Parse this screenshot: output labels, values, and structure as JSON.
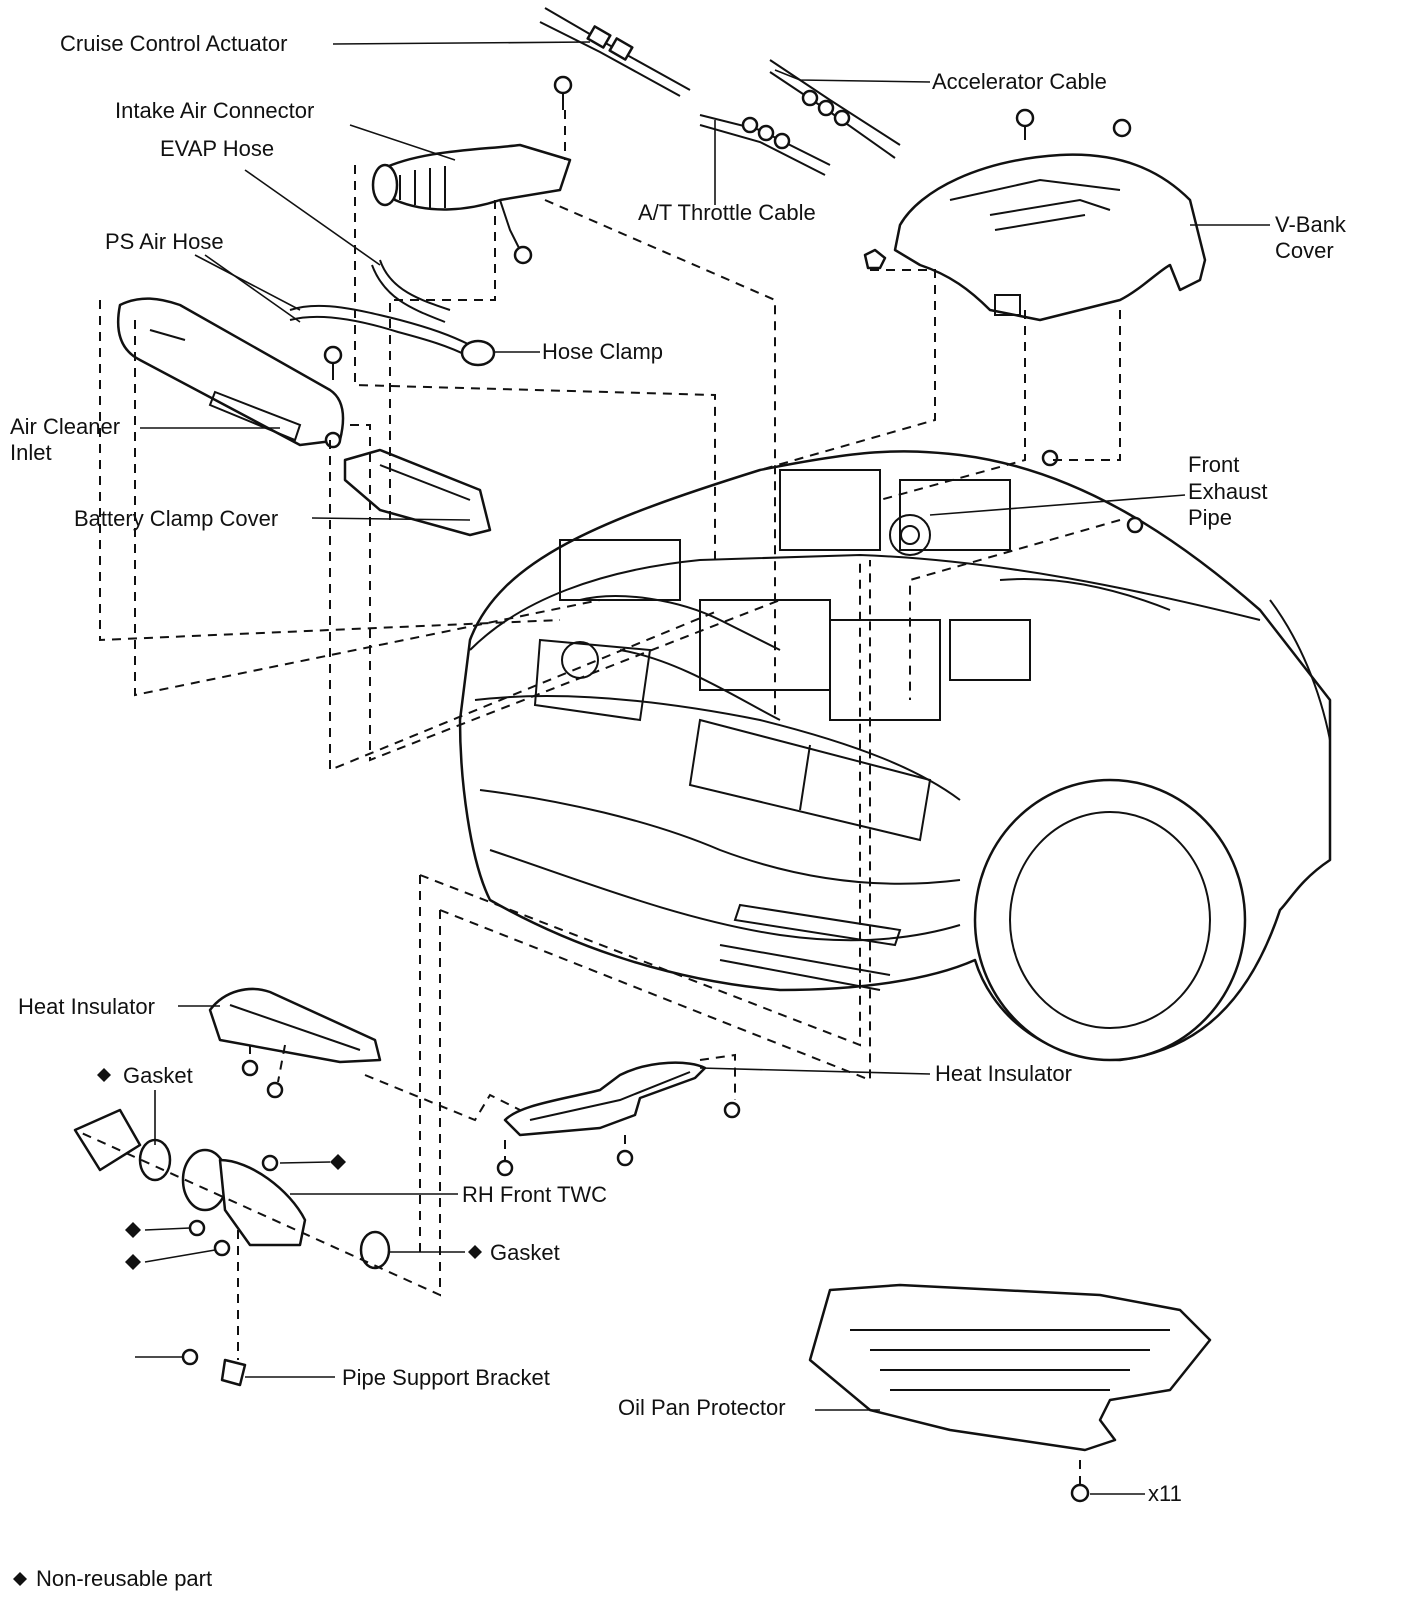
{
  "labels": {
    "cruise_control_actuator": "Cruise Control Actuator",
    "intake_air_connector": "Intake Air Connector",
    "evap_hose": "EVAP Hose",
    "ps_air_hose": "PS Air Hose",
    "air_cleaner_inlet_1": "Air Cleaner",
    "air_cleaner_inlet_2": "Inlet",
    "battery_clamp_cover": "Battery Clamp Cover",
    "hose_clamp": "Hose Clamp",
    "accelerator_cable": "Accelerator Cable",
    "at_throttle_cable": "A/T Throttle Cable",
    "v_bank_cover_1": "V-Bank",
    "v_bank_cover_2": "Cover",
    "front_exhaust_pipe_1": "Front",
    "front_exhaust_pipe_2": "Exhaust",
    "front_exhaust_pipe_3": "Pipe",
    "heat_insulator_left": "Heat Insulator",
    "heat_insulator_right": "Heat Insulator",
    "gasket_upper": "Gasket",
    "gasket_lower": "Gasket",
    "rh_front_twc": "RH Front TWC",
    "pipe_support_bracket": "Pipe Support Bracket",
    "oil_pan_protector": "Oil Pan Protector",
    "bolt_count": "x11"
  },
  "legend": {
    "text": "Non-reusable part",
    "symbol": "diamond"
  }
}
